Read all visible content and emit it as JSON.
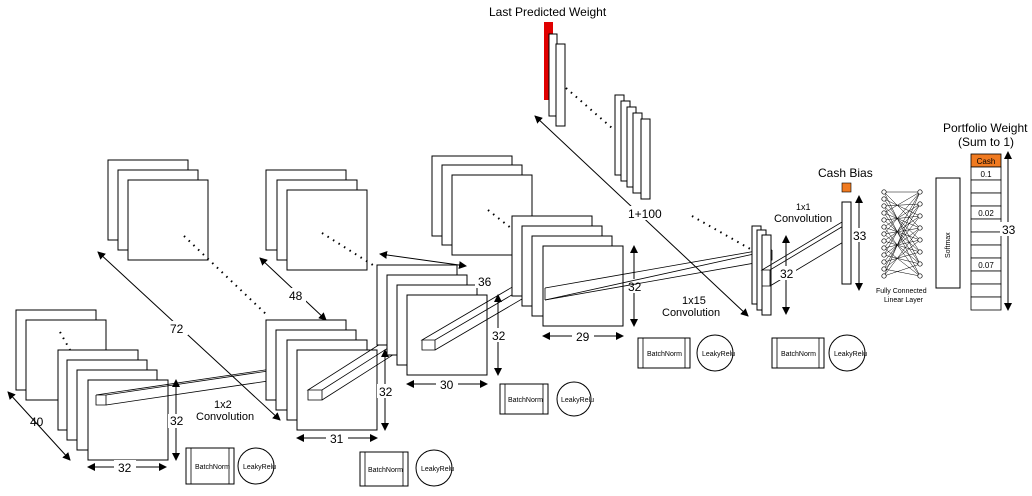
{
  "title_last_weight": "Last Predicted Weight",
  "title_cash_bias": "Cash Bias",
  "title_portfolio": "Portfolio Weight",
  "title_portfolio_sub": "(Sum to 1)",
  "input_stack": {
    "depth": "40",
    "height": "32",
    "width": "32"
  },
  "conv1": {
    "label_top": "1x2",
    "label_bottom": "Convolution"
  },
  "layer1": {
    "depth": "72",
    "height": "32",
    "width": "31"
  },
  "layer2": {
    "depth": "48",
    "height": "32",
    "width": "30"
  },
  "layer3": {
    "depth": "36",
    "height": "32",
    "width": "29"
  },
  "conv2": {
    "label_top": "1x15",
    "label_bottom": "Convolution"
  },
  "concat": {
    "label": "1+100"
  },
  "conv3": {
    "label_top": "1x1",
    "label_bottom": "Convolution"
  },
  "out_layer": {
    "height": "32",
    "width": "33"
  },
  "portfolio_len": "33",
  "batchnorm": "BatchNorm",
  "leakyrelu": "LeakyRelu",
  "fc_label_1": "Fully Connected",
  "fc_label_2": "Linear Layer",
  "softmax": "Softmax",
  "portfolio_cells": [
    "Cash",
    "0.1",
    "",
    "",
    "0.02",
    "",
    "",
    "",
    "0.07",
    "",
    "",
    ""
  ],
  "colors": {
    "last_weight": "#e00000",
    "cash_bias": "#f07a20",
    "cash_cell": "#f07a20"
  }
}
